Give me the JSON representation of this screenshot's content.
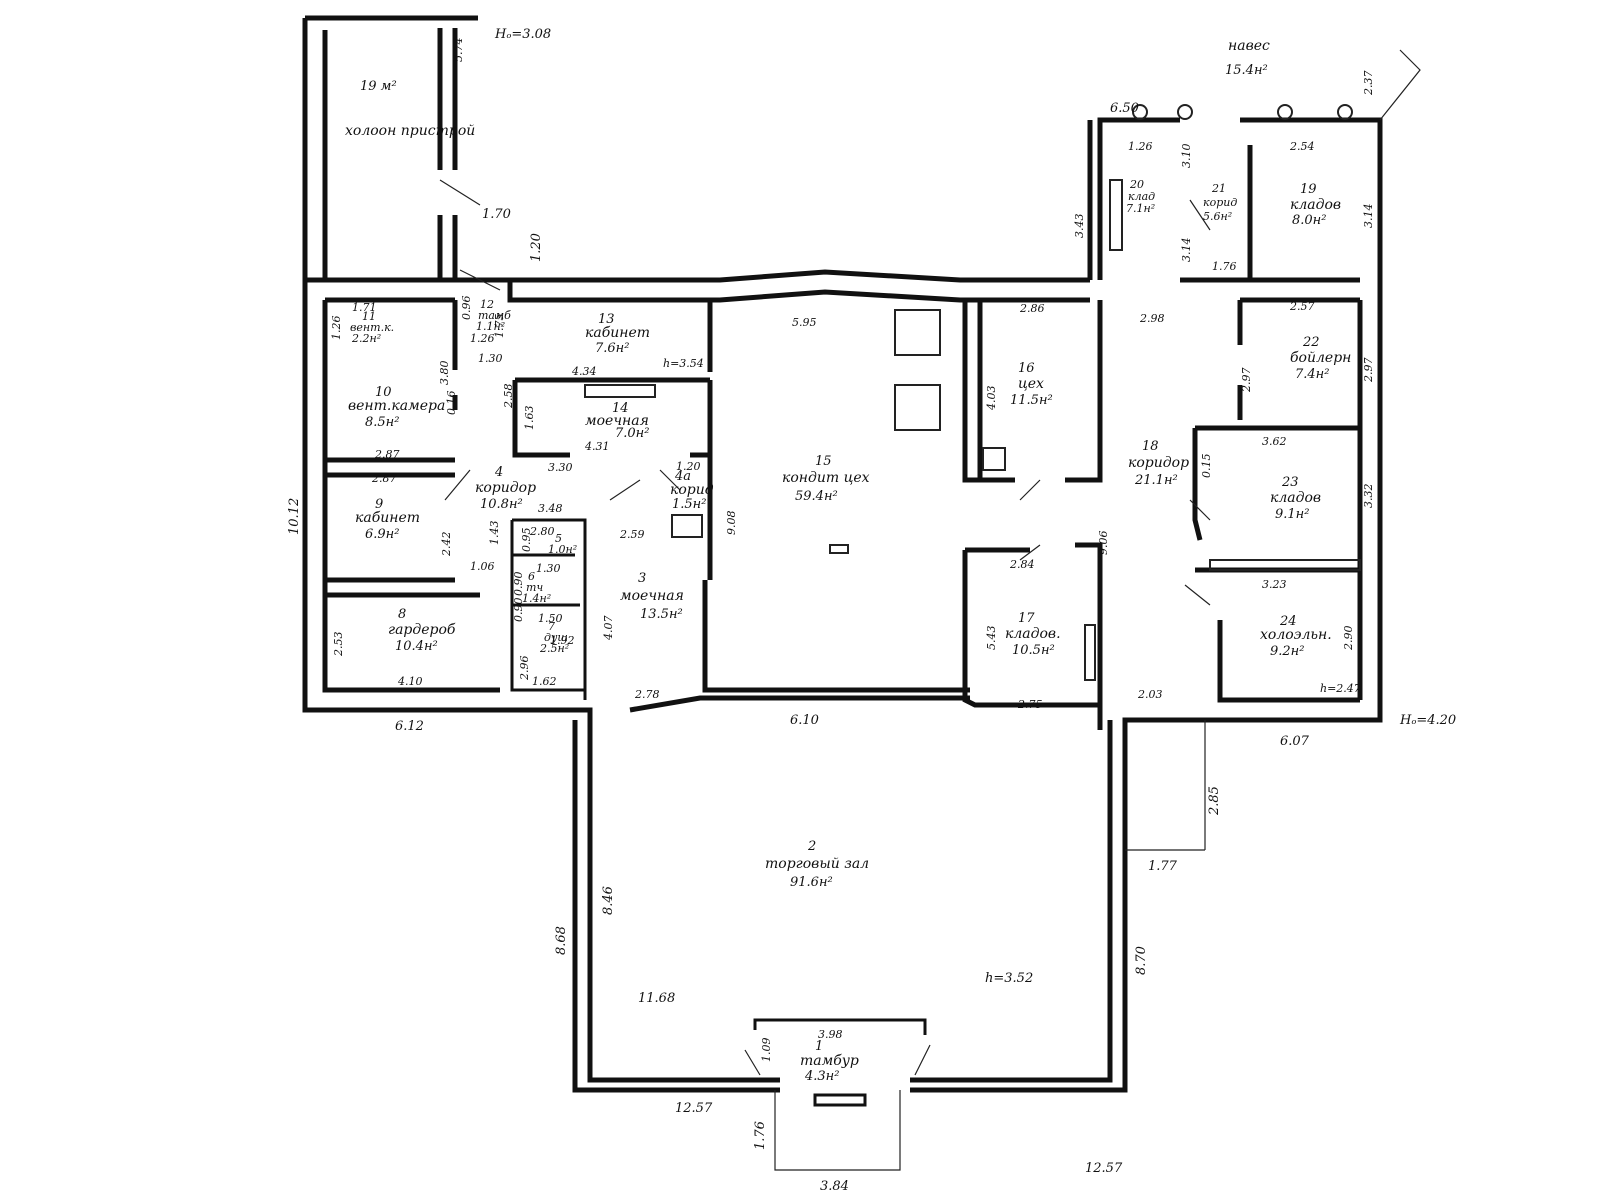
{
  "rooms": [
    {
      "id": "r-annex",
      "num": "",
      "name": "холоон пристрой",
      "area": "19 м²"
    },
    {
      "id": "r1",
      "num": "1",
      "name": "тамбур",
      "area": "4.3н²"
    },
    {
      "id": "r2",
      "num": "2",
      "name": "торговый зал",
      "area": "91.6н²"
    },
    {
      "id": "r3",
      "num": "3",
      "name": "моечная",
      "area": "13.5н²"
    },
    {
      "id": "r4",
      "num": "4",
      "name": "коридор",
      "area": "10.8н²"
    },
    {
      "id": "r4a",
      "num": "4а",
      "name": "корид",
      "area": "1.5н²"
    },
    {
      "id": "r5",
      "num": "5",
      "name": "",
      "area": "1.0н²"
    },
    {
      "id": "r6",
      "num": "6",
      "name": "тч",
      "area": "1.4н²"
    },
    {
      "id": "r7",
      "num": "7",
      "name": "душ",
      "area": "2.5н²"
    },
    {
      "id": "r8",
      "num": "8",
      "name": "гардероб",
      "area": "10.4н²"
    },
    {
      "id": "r9",
      "num": "9",
      "name": "кабинет",
      "area": "6.9н²"
    },
    {
      "id": "r10",
      "num": "10",
      "name": "вент.камера",
      "area": "8.5н²"
    },
    {
      "id": "r11",
      "num": "11",
      "name": "вент.к.",
      "area": "2.2н²"
    },
    {
      "id": "r12",
      "num": "12",
      "name": "тамб",
      "area": "1.1н²"
    },
    {
      "id": "r13",
      "num": "13",
      "name": "кабинет",
      "area": "7.6н²"
    },
    {
      "id": "r14",
      "num": "14",
      "name": "моечная",
      "area": "7.0н²"
    },
    {
      "id": "r15",
      "num": "15",
      "name": "кондит цех",
      "area": "59.4н²"
    },
    {
      "id": "r16",
      "num": "16",
      "name": "цех",
      "area": "11.5н²"
    },
    {
      "id": "r17",
      "num": "17",
      "name": "кладов.",
      "area": "10.5н²"
    },
    {
      "id": "r18",
      "num": "18",
      "name": "коридор",
      "area": "21.1н²"
    },
    {
      "id": "r19",
      "num": "19",
      "name": "кладов",
      "area": "8.0н²"
    },
    {
      "id": "r20",
      "num": "20",
      "name": "клад",
      "area": "7.1н²"
    },
    {
      "id": "r21",
      "num": "21",
      "name": "корид",
      "area": "5.6н²"
    },
    {
      "id": "r22",
      "num": "22",
      "name": "бойлерн",
      "area": "7.4н²"
    },
    {
      "id": "r23",
      "num": "23",
      "name": "кладов",
      "area": "9.1н²"
    },
    {
      "id": "r24",
      "num": "24",
      "name": "холоэльн.",
      "area": "9.2н²"
    },
    {
      "id": "r-canopy",
      "num": "",
      "name": "навес",
      "area": "15.4н²"
    }
  ],
  "heights": [
    "h=3.54",
    "h=3.52",
    "h=2.47",
    "Hₒ=3.08",
    "Hₒ=4.20"
  ],
  "dimensions": [
    "5.74",
    "1.70",
    "1.20",
    "1.71",
    "1.26",
    "0.96",
    "1.26",
    "1.30",
    "1.75",
    "4.34",
    "3.80",
    "0.16",
    "2.87",
    "2.87",
    "2.58",
    "1.63",
    "4.31",
    "3.30",
    "1.20",
    "3.48",
    "2.59",
    "9.08",
    "10.12",
    "2.42",
    "1.06",
    "1.43",
    "2.80",
    "0.95",
    "1.30",
    "0.90",
    "0.90",
    "1.50",
    "1.92",
    "4.07",
    "2.53",
    "4.10",
    "2.96",
    "1.62",
    "2.78",
    "6.12",
    "6.10",
    "5.95",
    "2.86",
    "4.03",
    "2.98",
    "2.84",
    "9.06",
    "5.43",
    "2.75",
    "2.03",
    "6.50",
    "1.26",
    "3.10",
    "3.14",
    "1.76",
    "2.54",
    "3.14",
    "3.43",
    "2.37",
    "2.57",
    "2.97",
    "2.97",
    "3.62",
    "0.15",
    "3.32",
    "3.23",
    "2.90",
    "6.07",
    "2.85",
    "1.77",
    "8.46",
    "8.68",
    "11.68",
    "8.70",
    "3.98",
    "1.09",
    "1.76",
    "3.84",
    "12.57",
    "12.57"
  ]
}
